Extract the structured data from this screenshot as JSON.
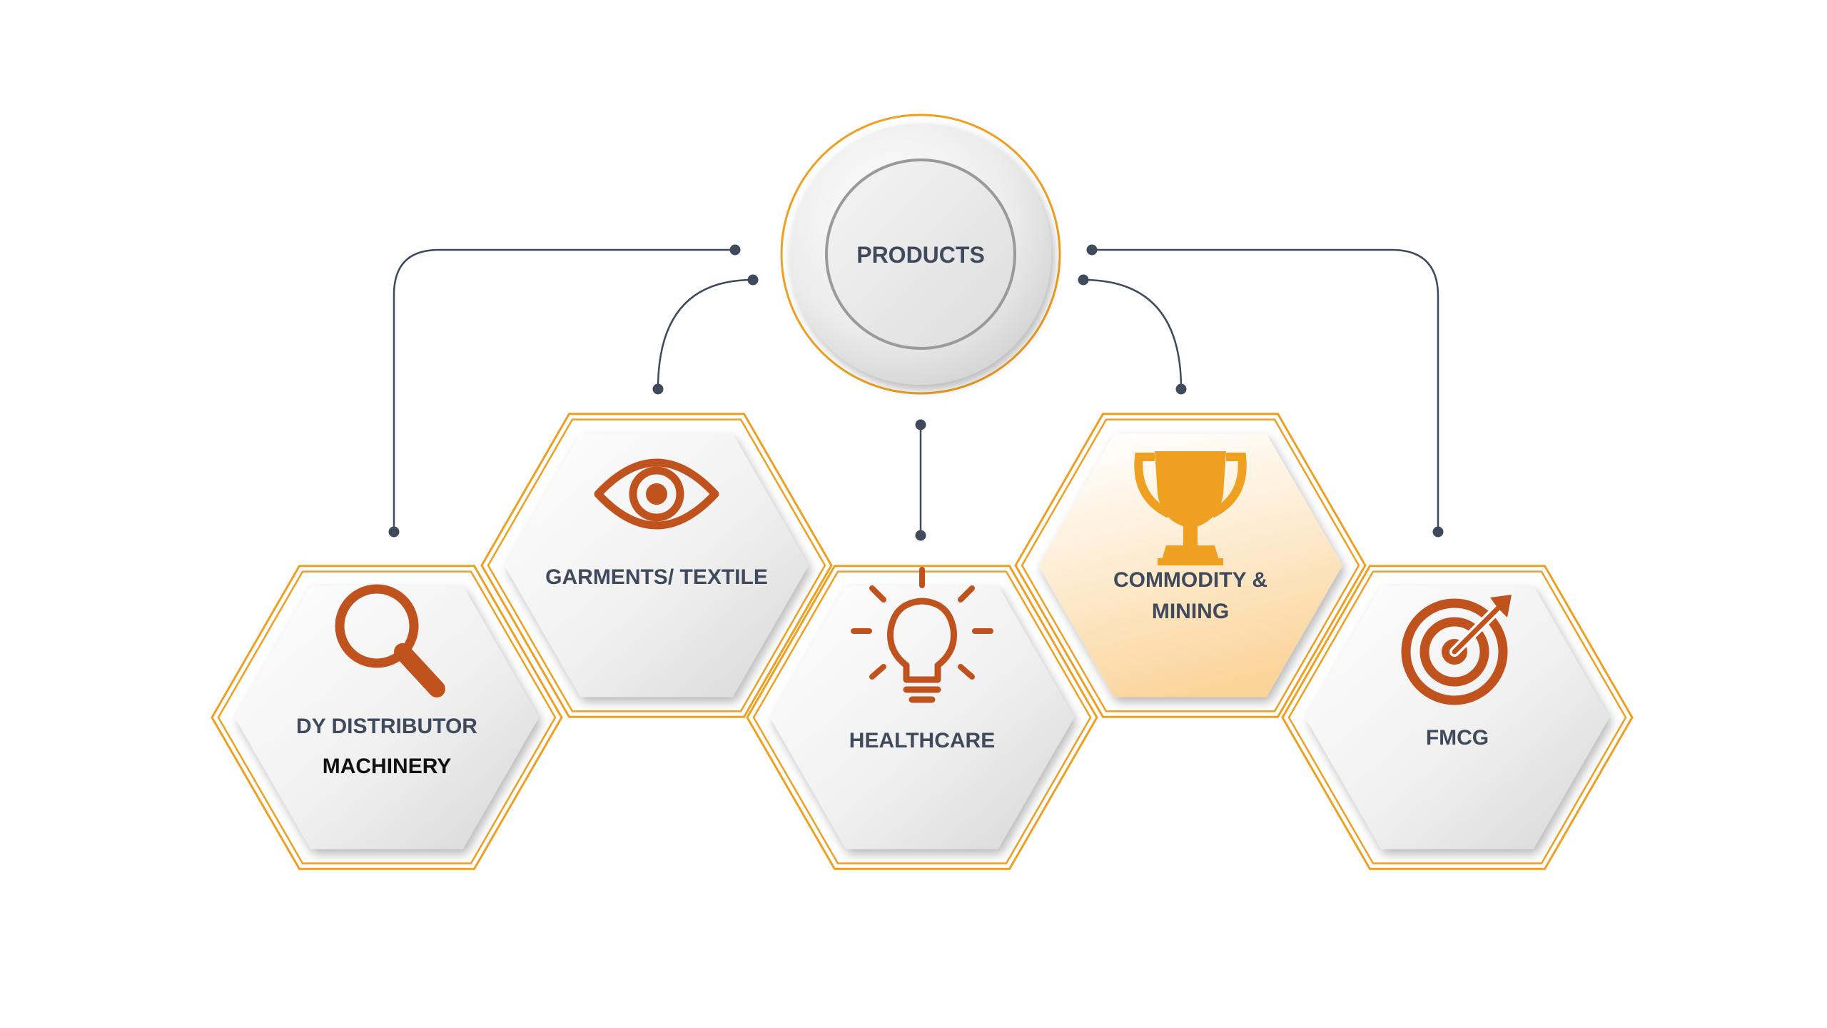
{
  "center": {
    "label": "PRODUCTS"
  },
  "categories": [
    {
      "id": "machinery",
      "line1": "DY DISTRIBUTOR",
      "line2": "MACHINERY",
      "icon": "magnifier-icon",
      "highlighted": false
    },
    {
      "id": "garments",
      "line1": "GARMENTS/ TEXTILE",
      "line2": "",
      "icon": "eye-icon",
      "highlighted": false
    },
    {
      "id": "healthcare",
      "line1": "HEALTHCARE",
      "line2": "",
      "icon": "lightbulb-icon",
      "highlighted": false
    },
    {
      "id": "commodity",
      "line1": "COMMODITY &",
      "line2": "MINING",
      "icon": "trophy-icon",
      "highlighted": true
    },
    {
      "id": "fmcg",
      "line1": "FMCG",
      "line2": "",
      "icon": "target-icon",
      "highlighted": false
    }
  ],
  "colors": {
    "accent_orange": "#f0a020",
    "icon_rust": "#c0521e",
    "icon_gold": "#f0a020",
    "text_slate": "#3f4a5c",
    "connector": "#3f4a5c"
  }
}
